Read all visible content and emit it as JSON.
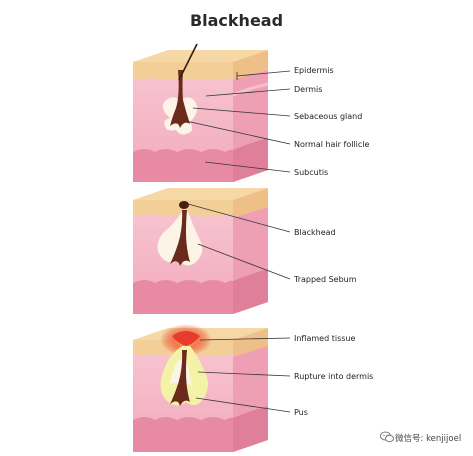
{
  "title": "Blackhead",
  "panels": [
    {
      "labels": {
        "epidermis": "Epidermis",
        "dermis": "Dermis",
        "sebaceous_gland": "Sebaceous gland",
        "hair_follicle": "Normal hair follicle",
        "subcutis": "Subcutis"
      }
    },
    {
      "labels": {
        "blackhead": "Blackhead",
        "trapped_sebum": "Trapped Sebum"
      }
    },
    {
      "labels": {
        "inflamed_tissue": "Inflamed tissue",
        "rupture": "Rupture into dermis",
        "pus": "Pus"
      }
    }
  ],
  "watermark": "微信号: kenjijoel",
  "colors": {
    "epidermis": "#f3cf98",
    "dermis_front": "#f6b9c7",
    "dermis_side": "#f2a6b9",
    "subcutis": "#e98aa4",
    "follicle": "#6b2b1c",
    "sebum": "#fdf4e8",
    "pus": "#f4f2a6",
    "inflamed": "#e93b2c"
  }
}
